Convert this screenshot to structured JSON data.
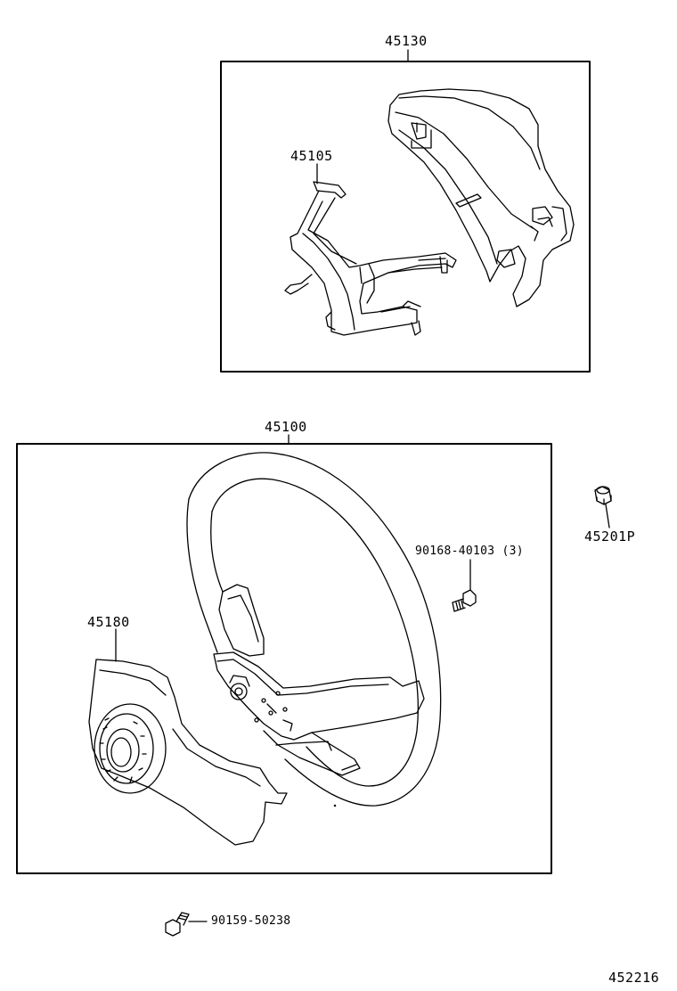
{
  "labels": {
    "assy_45130": "45130",
    "part_45105": "45105",
    "assy_45100": "45100",
    "part_45201p": "45201P",
    "part_90168": "90168-40103 (3)",
    "part_45180": "45180",
    "part_90159": "90159-50238",
    "diagram_id": "452216"
  }
}
